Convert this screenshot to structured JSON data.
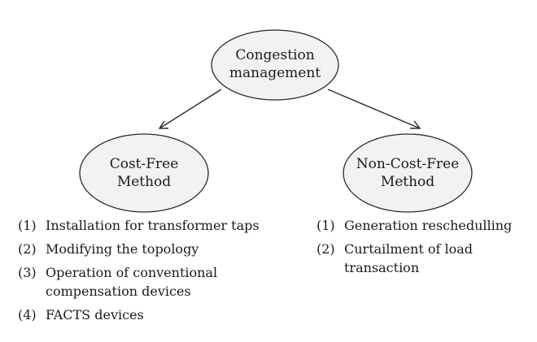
{
  "nodes": {
    "root": {
      "line1": "Congestion",
      "line2": "management"
    },
    "left": {
      "line1": "Cost-Free",
      "line2": "Method"
    },
    "right": {
      "line1": "Non-Cost-Free",
      "line2": "Method"
    }
  },
  "left_list": [
    {
      "num": "(1)",
      "lines": [
        "Installation for transformer taps"
      ]
    },
    {
      "num": "(2)",
      "lines": [
        "Modifying the topology"
      ]
    },
    {
      "num": "(3)",
      "lines": [
        "Operation of conventional",
        "compensation devices"
      ]
    },
    {
      "num": "(4)",
      "lines": [
        "FACTS devices"
      ]
    }
  ],
  "right_list": [
    {
      "num": "(1)",
      "lines": [
        "Generation reschedulling"
      ]
    },
    {
      "num": "(2)",
      "lines": [
        "Curtailment of load",
        "transaction"
      ]
    }
  ]
}
